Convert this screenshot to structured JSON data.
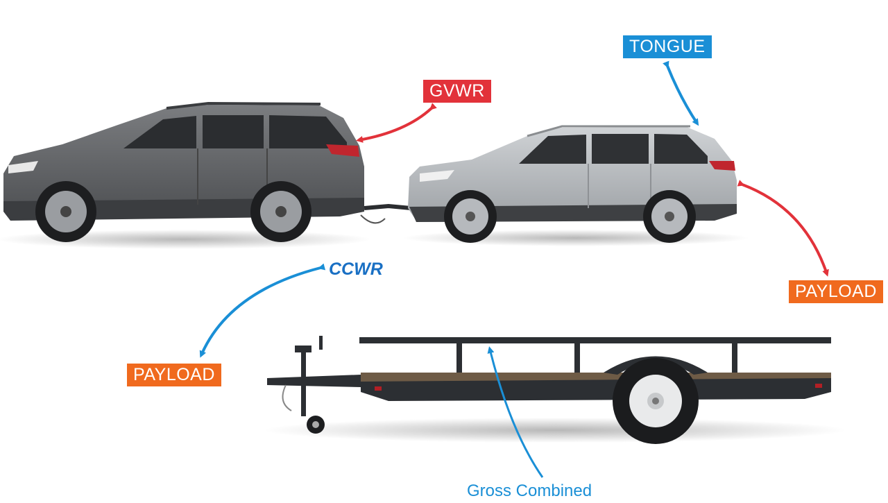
{
  "labels": {
    "tongue": "TONGUE",
    "gvwr": "GVWR",
    "cgvwr": "CCWR",
    "payload_right": "PAYLOAD",
    "payload_left": "PAYLOAD",
    "gross_combined": "Gross Combined"
  },
  "colors": {
    "blue": "#1a8fd6",
    "red": "#e2323a",
    "orange": "#f06a1e",
    "dark_suv": "#6b6d70",
    "silver_suv": "#b9bcbf",
    "trailer_frame": "#2c2f33"
  },
  "icons": [
    "dark-suv-icon",
    "silver-suv-icon",
    "utility-trailer-icon",
    "hitch-icon"
  ]
}
